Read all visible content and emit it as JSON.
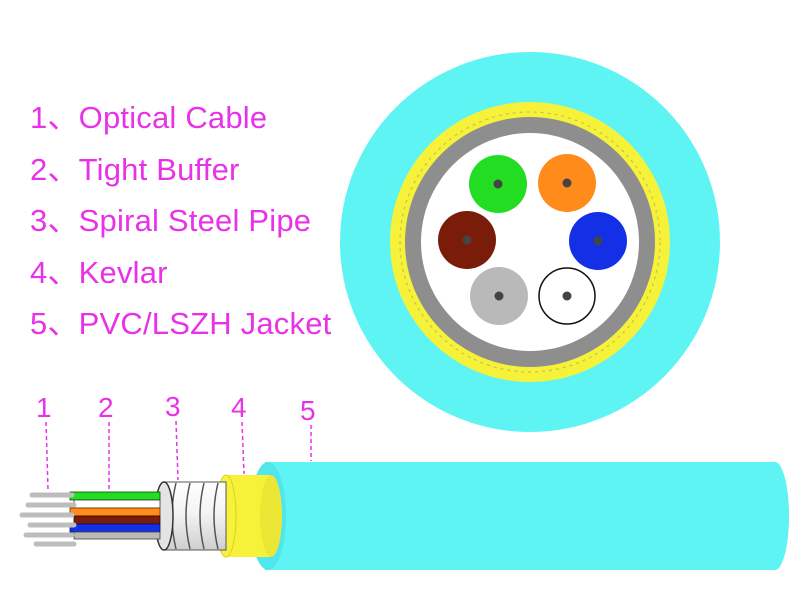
{
  "legend": {
    "items": [
      {
        "number": "1",
        "label": "1、Optical Cable"
      },
      {
        "number": "2",
        "label": "2、Tight Buffer"
      },
      {
        "number": "3",
        "label": "3、Spiral Steel Pipe"
      },
      {
        "number": "4",
        "label": "4、Kevlar"
      },
      {
        "number": "5",
        "label": "5、PVC/LSZH Jacket"
      }
    ]
  },
  "callouts": [
    "1",
    "2",
    "3",
    "4",
    "5"
  ],
  "colors": {
    "jacket": "#5ff4f4",
    "kevlar": "#f6f23a",
    "steel_pipe": "#8e8e8e",
    "label_magenta": "#e832e8"
  },
  "tight_buffer_colors": [
    {
      "icon": "green-fiber-icon",
      "color": "#22dd22"
    },
    {
      "icon": "orange-fiber-icon",
      "color": "#ff8c1a"
    },
    {
      "icon": "blue-fiber-icon",
      "color": "#1430e6"
    },
    {
      "icon": "white-fiber-icon",
      "color": "#ffffff"
    },
    {
      "icon": "gray-fiber-icon",
      "color": "#b9b9b9"
    },
    {
      "icon": "brown-fiber-icon",
      "color": "#7a1c0a"
    }
  ]
}
